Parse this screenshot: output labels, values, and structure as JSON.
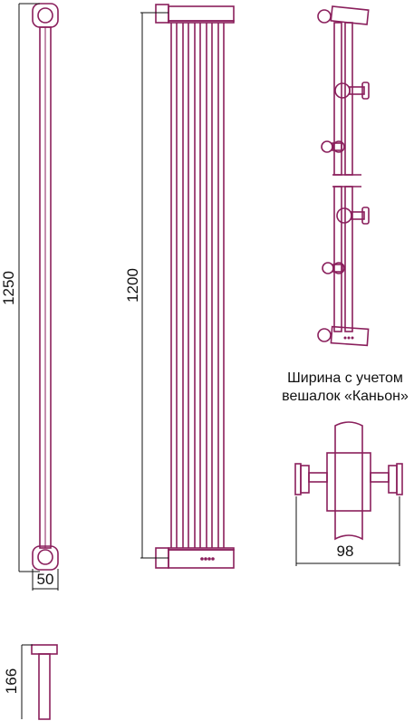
{
  "colors": {
    "product_line": "#8a1f5c",
    "dimension_line": "#111111",
    "background": "#ffffff"
  },
  "dimensions": {
    "total_height": "1250",
    "pipe_height": "1200",
    "width_depth": "50",
    "bracket_height": "166",
    "width_with_hangers": "98"
  },
  "caption": {
    "line1": "Ширина с учетом",
    "line2": "вешалок «Каньон»"
  }
}
